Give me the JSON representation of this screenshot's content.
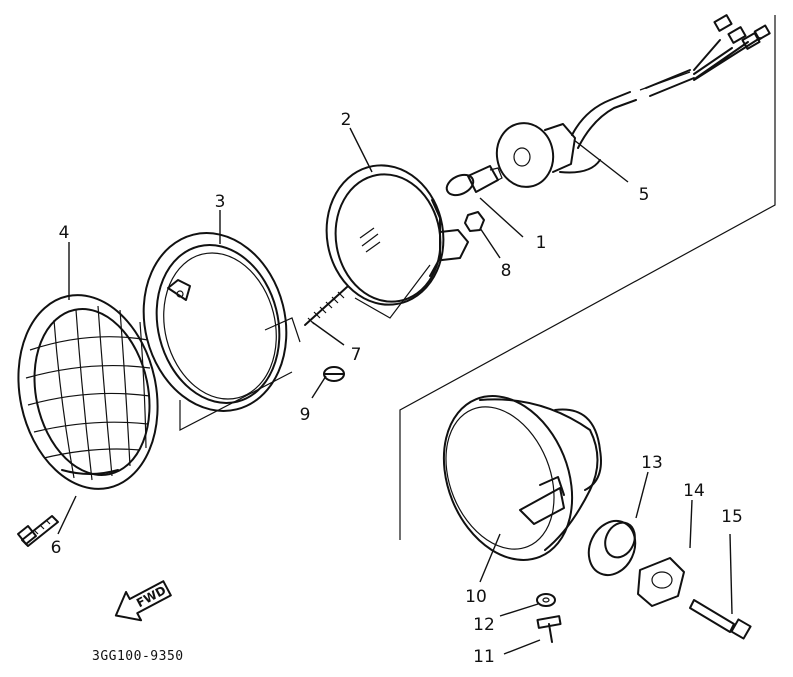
{
  "callouts": {
    "p1": "1",
    "p2": "2",
    "p3": "3",
    "p4": "4",
    "p5": "5",
    "p6": "6",
    "p7": "7",
    "p8": "8",
    "p9": "9",
    "p10": "10",
    "p11": "11",
    "p12": "12",
    "p13": "13",
    "p14": "14",
    "p15": "15"
  },
  "direction_arrow": {
    "label": "FWD"
  },
  "diagram_code": "3GG100-9350",
  "icons": {
    "direction": "forward-arrow-icon"
  },
  "colors": {
    "ink": "#111111",
    "paper": "#ffffff"
  }
}
